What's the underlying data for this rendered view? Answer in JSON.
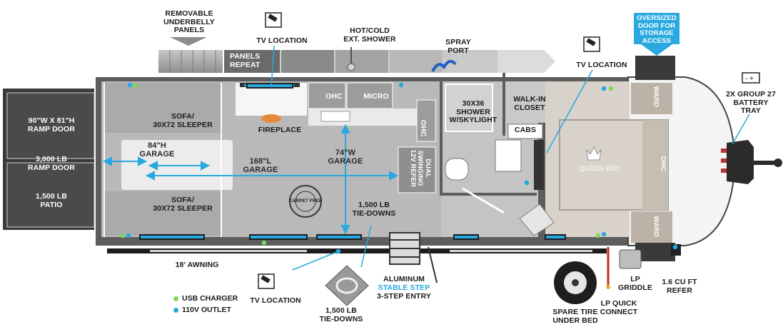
{
  "labels": {
    "underbelly": "REMOVABLE\nUNDERBELLY\nPANELS",
    "tv_top": "TV LOCATION",
    "shower_ext": "HOT/COLD\nEXT. SHOWER",
    "spray_port": "SPRAY\nPORT",
    "panels_repeat": "PANELS\nREPEAT",
    "oversized_door": "OVERSIZED\nDOOR FOR\nSTORAGE\nACCESS",
    "tv_right": "TV LOCATION",
    "battery": "2X GROUP 27\nBATTERY\nTRAY",
    "ramp_door_size": "90\"W x 81\"H\nRAMP DOOR",
    "ramp_door_weight": "3,000 LB\nRAMP DOOR",
    "patio": "1,500 LB\nPATIO",
    "garage_height": "84\"H\nGARAGE",
    "garage_length": "168\"L\nGARAGE",
    "garage_width": "74\"W\nGARAGE",
    "sofa_top": "SOFA/\n30x72 SLEEPER",
    "sofa_bottom": "SOFA/\n30x72 SLEEPER",
    "fireplace": "FIREPLACE",
    "ohc_1": "OHC",
    "micro": "MICRO",
    "ohc_2": "OHC",
    "refer_12v": "DUAL\nSWINGING\n12V REFER",
    "shower": "30x36\nSHOWER\nw/SKYLIGHT",
    "walkin_closet": "WALK-IN\nCLOSET",
    "cabs": "CABS",
    "queen_bed": "QUEEN BED",
    "ward_top": "WARD",
    "ward_bottom": "WARD",
    "ohc_bed": "OHC",
    "tiedowns_inside": "1,500 LB\nTIE-DOWNS",
    "carpet_free": "CARPET FREE",
    "awning": "18' AWNING",
    "tv_bottom": "TV LOCATION",
    "tiedowns_bottom": "1,500 LB\nTIE-DOWNS",
    "step_1": "ALUMINUM",
    "step_2": "STABLE STEP",
    "step_3": "3-STEP ENTRY",
    "spare_tire": "SPARE TIRE\nUNDER BED",
    "lp_connect": "LP QUICK\nCONNECT",
    "lp_griddle": "LP\nGRIDDLE",
    "refer_cu": "1.6 CU FT\nREFER",
    "usb_charger": "USB CHARGER",
    "outlet_110v": "110V OUTLET"
  },
  "colors": {
    "floor": "#b9b9b9",
    "wall": "#5d5d5d",
    "garage_floor": "#ececec",
    "accent_blue": "#28a8e0",
    "usb_green": "#7ed957",
    "bedroom": "#d9d2ca",
    "banner_blue": "#2aa9e0"
  },
  "icons": [
    "tv-remote-icon",
    "shower-head-icon",
    "spray-hose-icon",
    "down-arrow-icon",
    "battery-icon",
    "crown-icon",
    "tie-down-ring-icon",
    "spare-tire-icon",
    "step-icon"
  ]
}
